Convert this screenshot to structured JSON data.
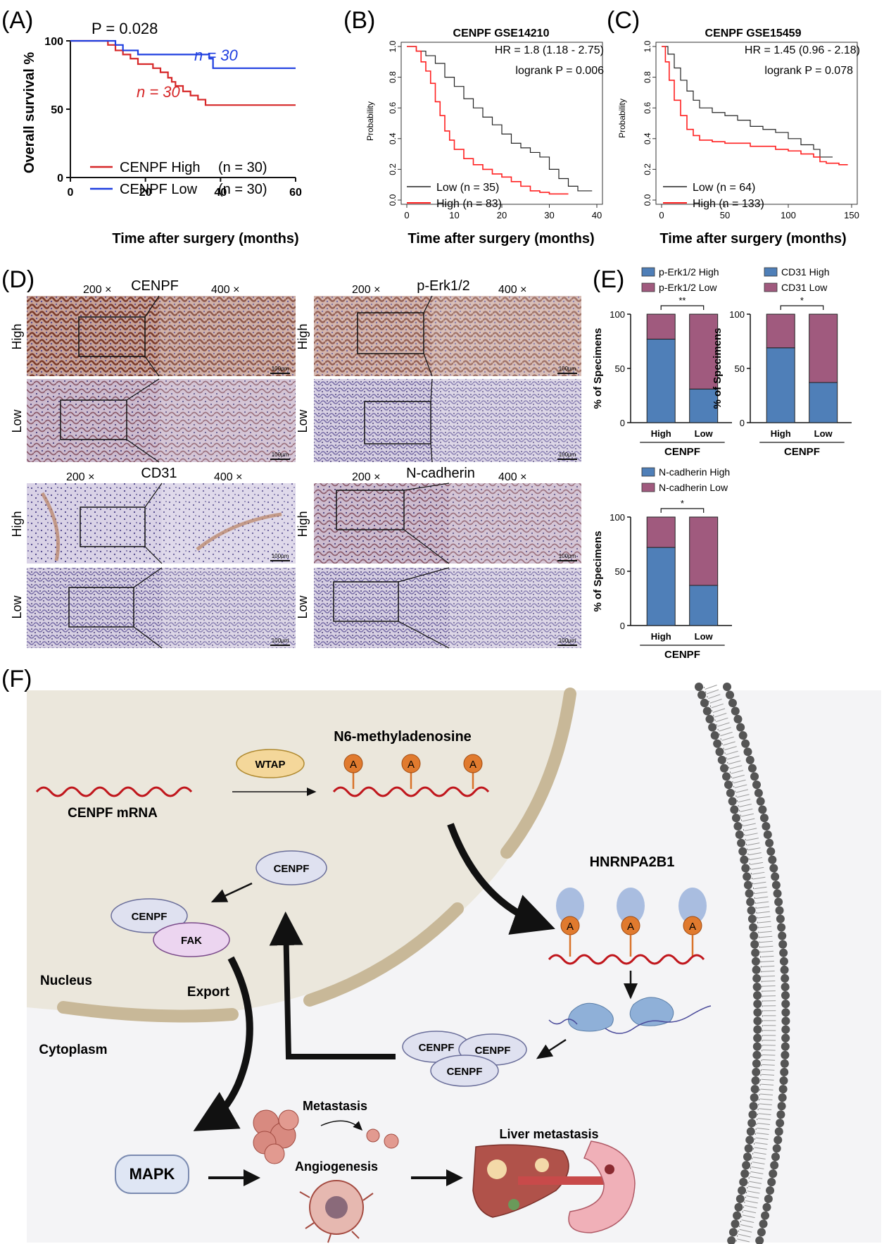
{
  "panels": {
    "A": {
      "label": "(A)",
      "p_text": "P = 0.028",
      "xlabel": "Time after surgery (months)",
      "ylabel": "Overall survival %",
      "xticks": [
        "0",
        "20",
        "40",
        "60"
      ],
      "yticks": [
        "0",
        "50",
        "100"
      ],
      "n_blue": "n = 30",
      "n_red": "n = 30",
      "legend": [
        {
          "name": "CENPF High",
          "n": "(n = 30)",
          "color": "#d62728"
        },
        {
          "name": "CENPF Low",
          "n": "(n = 30)",
          "color": "#1f3fe0"
        }
      ]
    },
    "B": {
      "label": "(B)",
      "title": "CENPF GSE14210",
      "hr": "HR = 1.8 (1.18 - 2.75)",
      "logrank": "logrank P = 0.006",
      "ylabel": "Probability",
      "xlabel": "Time after surgery (months)",
      "xticks": [
        "0",
        "10",
        "20",
        "30",
        "40"
      ],
      "yticks": [
        "0.0",
        "0.2",
        "0.4",
        "0.6",
        "0.8",
        "1.0"
      ],
      "legend": [
        {
          "name": "Low (n = 35)",
          "color": "#222222"
        },
        {
          "name": "High (n = 83)",
          "color": "#ff2020"
        }
      ]
    },
    "C": {
      "label": "(C)",
      "title": "CENPF GSE15459",
      "hr": "HR = 1.45 (0.96 - 2.18)",
      "logrank": "logrank P = 0.078",
      "ylabel": "Probability",
      "xlabel": "Time after surgery (months)",
      "xticks": [
        "0",
        "50",
        "100",
        "150"
      ],
      "yticks": [
        "0.0",
        "0.2",
        "0.4",
        "0.6",
        "0.8",
        "1.0"
      ],
      "legend": [
        {
          "name": "Low (n = 64)",
          "color": "#222222"
        },
        {
          "name": "High (n = 133)",
          "color": "#ff2020"
        }
      ]
    },
    "D": {
      "label": "(D)",
      "blocks": [
        {
          "title": "CENPF",
          "mag1": "200 ×",
          "mag2": "400 ×",
          "rows": [
            "High",
            "Low"
          ],
          "scale": "100μm"
        },
        {
          "title": "p-Erk1/2",
          "mag1": "200 ×",
          "mag2": "400 ×",
          "rows": [
            "High",
            "Low"
          ],
          "scale": "100μm"
        },
        {
          "title": "CD31",
          "mag1": "200 ×",
          "mag2": "400 ×",
          "rows": [
            "High",
            "Low"
          ],
          "scale": "100μm"
        },
        {
          "title": "N-cadherin",
          "mag1": "200 ×",
          "mag2": "400 ×",
          "rows": [
            "High",
            "Low"
          ],
          "scale": "100μm"
        }
      ]
    },
    "E": {
      "label": "(E)",
      "ylabel": "% of Specimens",
      "xgroup": "CENPF",
      "yticks": [
        "0",
        "50",
        "100"
      ],
      "colors": {
        "high": "#4f7fb8",
        "low": "#a05a7e"
      }
    },
    "F": {
      "label": "(F)",
      "texts": {
        "m6a": "N6-methyladenosine",
        "wtap": "WTAP",
        "mrna": "CENPF mRNA",
        "hnrnp": "HNRNPA2B1",
        "a": "A",
        "cenpf": "CENPF",
        "fak": "FAK",
        "nucleus": "Nucleus",
        "export": "Export",
        "cytoplasm": "Cytoplasm",
        "metastasis": "Metastasis",
        "angiogenesis": "Angiogenesis",
        "mapk": "MAPK",
        "liver": "Liver metastasis"
      }
    }
  },
  "chart_data": [
    {
      "type": "line",
      "panel": "A",
      "xlabel": "Time after surgery (months)",
      "ylabel": "Overall survival %",
      "xlim": [
        0,
        60
      ],
      "ylim": [
        0,
        100
      ],
      "series": [
        {
          "name": "CENPF High",
          "x": [
            0,
            7,
            10,
            12,
            14,
            16,
            18,
            22,
            24,
            26,
            27,
            28,
            30,
            32,
            34,
            36,
            60
          ],
          "y": [
            100,
            100,
            97,
            93,
            90,
            87,
            83,
            80,
            77,
            73,
            70,
            67,
            63,
            60,
            57,
            53,
            53
          ]
        },
        {
          "name": "CENPF Low",
          "x": [
            0,
            10,
            12,
            14,
            18,
            36,
            37,
            38,
            60
          ],
          "y": [
            100,
            100,
            97,
            93,
            90,
            90,
            87,
            80,
            80
          ]
        }
      ]
    },
    {
      "type": "line",
      "panel": "B",
      "title": "CENPF GSE14210",
      "xlabel": "Time after surgery (months)",
      "ylabel": "Probability",
      "xlim": [
        0,
        40
      ],
      "ylim": [
        0,
        1
      ],
      "series": [
        {
          "name": "Low (n = 35)",
          "x": [
            0,
            2,
            4,
            6,
            8,
            10,
            12,
            14,
            16,
            18,
            20,
            22,
            24,
            26,
            28,
            30,
            32,
            34,
            36,
            39
          ],
          "y": [
            1.0,
            0.97,
            0.94,
            0.89,
            0.8,
            0.74,
            0.66,
            0.6,
            0.54,
            0.49,
            0.43,
            0.37,
            0.34,
            0.31,
            0.28,
            0.2,
            0.14,
            0.09,
            0.06,
            0.06
          ]
        },
        {
          "name": "High (n = 83)",
          "x": [
            0,
            2,
            3,
            4,
            5,
            6,
            7,
            8,
            9,
            10,
            12,
            14,
            16,
            18,
            20,
            22,
            24,
            26,
            28,
            30,
            32,
            34
          ],
          "y": [
            1.0,
            0.97,
            0.9,
            0.84,
            0.76,
            0.64,
            0.55,
            0.45,
            0.39,
            0.33,
            0.27,
            0.23,
            0.2,
            0.17,
            0.15,
            0.12,
            0.09,
            0.06,
            0.05,
            0.04,
            0.04,
            0.04
          ]
        }
      ]
    },
    {
      "type": "line",
      "panel": "C",
      "title": "CENPF GSE15459",
      "xlabel": "Time after surgery (months)",
      "ylabel": "Probability",
      "xlim": [
        0,
        150
      ],
      "ylim": [
        0,
        1
      ],
      "series": [
        {
          "name": "Low (n = 64)",
          "x": [
            0,
            5,
            10,
            15,
            20,
            25,
            30,
            40,
            50,
            60,
            70,
            80,
            90,
            100,
            110,
            120,
            125,
            130,
            135
          ],
          "y": [
            1.0,
            0.95,
            0.86,
            0.78,
            0.71,
            0.65,
            0.6,
            0.57,
            0.55,
            0.52,
            0.48,
            0.46,
            0.44,
            0.4,
            0.36,
            0.33,
            0.28,
            0.28,
            0.28
          ]
        },
        {
          "name": "High (n = 133)",
          "x": [
            0,
            3,
            6,
            10,
            15,
            20,
            25,
            30,
            40,
            50,
            60,
            70,
            80,
            90,
            100,
            110,
            120,
            125,
            130,
            140,
            147
          ],
          "y": [
            1.0,
            0.9,
            0.78,
            0.65,
            0.55,
            0.46,
            0.42,
            0.39,
            0.38,
            0.37,
            0.37,
            0.35,
            0.35,
            0.33,
            0.32,
            0.3,
            0.28,
            0.25,
            0.24,
            0.23,
            0.23
          ]
        }
      ]
    },
    {
      "type": "bar",
      "panel": "E1",
      "categories": [
        "High",
        "Low"
      ],
      "xlabel": "CENPF",
      "ylabel": "% of Specimens",
      "ylim": [
        0,
        100
      ],
      "significance": "**",
      "series": [
        {
          "name": "p-Erk1/2 High",
          "values": [
            77,
            31
          ]
        },
        {
          "name": "p-Erk1/2 Low",
          "values": [
            23,
            69
          ]
        }
      ]
    },
    {
      "type": "bar",
      "panel": "E2",
      "categories": [
        "High",
        "Low"
      ],
      "xlabel": "CENPF",
      "ylabel": "% of Specimens",
      "ylim": [
        0,
        100
      ],
      "significance": "*",
      "series": [
        {
          "name": "CD31 High",
          "values": [
            69,
            37
          ]
        },
        {
          "name": "CD31 Low",
          "values": [
            31,
            63
          ]
        }
      ]
    },
    {
      "type": "bar",
      "panel": "E3",
      "categories": [
        "High",
        "Low"
      ],
      "xlabel": "CENPF",
      "ylabel": "% of Specimens",
      "ylim": [
        0,
        100
      ],
      "significance": "*",
      "series": [
        {
          "name": "N-cadherin High",
          "values": [
            72,
            37
          ]
        },
        {
          "name": "N-cadherin Low",
          "values": [
            28,
            63
          ]
        }
      ]
    }
  ]
}
